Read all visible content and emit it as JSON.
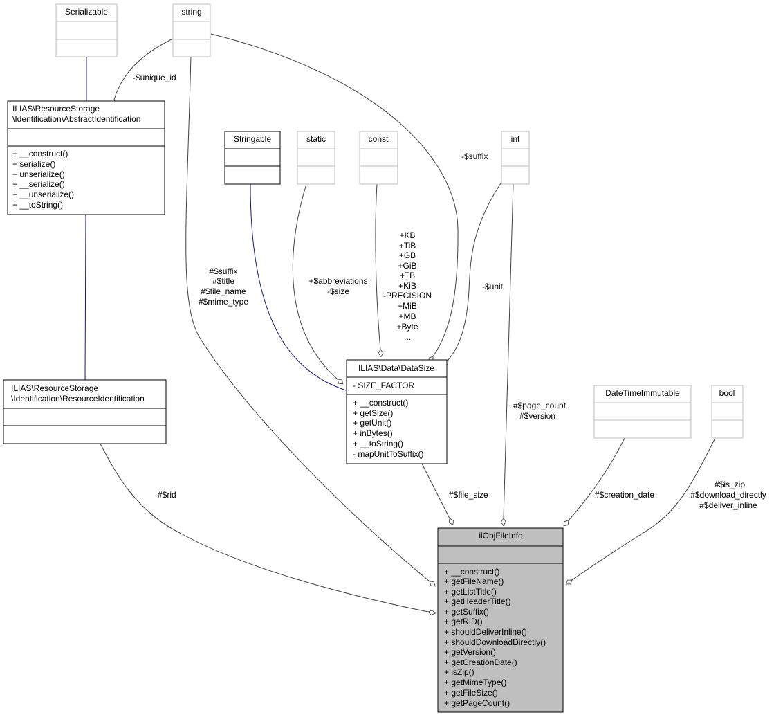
{
  "classes": {
    "serializable": {
      "name": "Serializable"
    },
    "string": {
      "name": "string"
    },
    "abstract_identification": {
      "name_line1": "ILIAS\\ResourceStorage",
      "name_line2": "\\Identification\\AbstractIdentification",
      "methods": [
        "+ __construct()",
        "+ serialize()",
        "+ unserialize()",
        "+ __serialize()",
        "+ __unserialize()",
        "+ __toString()"
      ]
    },
    "stringable": {
      "name": "Stringable"
    },
    "static": {
      "name": "static"
    },
    "const": {
      "name": "const"
    },
    "int": {
      "name": "int"
    },
    "resource_identification": {
      "name_line1": "ILIAS\\ResourceStorage",
      "name_line2": "\\Identification\\ResourceIdentification"
    },
    "data_size": {
      "name": "ILIAS\\Data\\DataSize",
      "attribute": "- SIZE_FACTOR",
      "methods": [
        "+ __construct()",
        "+ getSize()",
        "+ getUnit()",
        "+ inBytes()",
        "+ __toString()",
        "- mapUnitToSuffix()"
      ]
    },
    "datetime_immutable": {
      "name": "DateTimeImmutable"
    },
    "bool": {
      "name": "bool"
    },
    "il_obj_file_info": {
      "name": "ilObjFileInfo",
      "methods": [
        "+ __construct()",
        "+ getFileName()",
        "+ getListTitle()",
        "+ getHeaderTitle()",
        "+ getSuffix()",
        "+ getRID()",
        "+ shouldDeliverInline()",
        "+ shouldDownloadDirectly()",
        "+ getVersion()",
        "+ getCreationDate()",
        "+ isZip()",
        "+ getMimeType()",
        "+ getFileSize()",
        "+ getPageCount()"
      ]
    }
  },
  "edge_labels": {
    "unique_id": "-$unique_id",
    "suffix_top": "-$suffix",
    "string_to_info": [
      "#$suffix",
      "#$title",
      "#$file_name",
      "#$mime_type"
    ],
    "abbreviations": [
      "+$abbreviations",
      "-$size"
    ],
    "const_list": [
      "+KB",
      "+TiB",
      "+GB",
      "+GiB",
      "+TB",
      "+KiB",
      "-PRECISION",
      "+MiB",
      "+MB",
      "+Byte",
      "..."
    ],
    "unit": "-$unit",
    "page_count": [
      "#$page_count",
      "#$version"
    ],
    "rid": "#$rid",
    "file_size": "#$file_size",
    "creation_date": "#$creation_date",
    "bool_attrs": [
      "#$is_zip",
      "#$download_directly",
      "#$deliver_inline"
    ]
  },
  "colors": {
    "grey_border": "#bfbfbf",
    "black": "#000000",
    "inheritance": "#191970",
    "association": "#404040",
    "highlight_fill": "#bfbfbf"
  }
}
